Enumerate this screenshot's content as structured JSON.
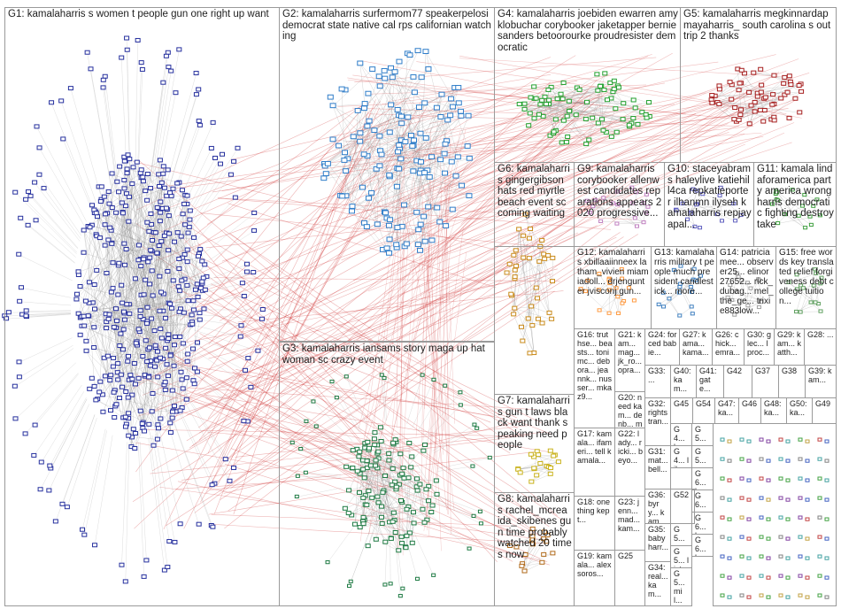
{
  "groups": [
    {
      "id": "G1",
      "label": "G1: kamalaharris s women t people gun one right up want",
      "color": "#1a1a7a",
      "node_color": "#26309e"
    },
    {
      "id": "G2",
      "label": "G2: kamalaharris surfermom77 speakerpelosi democrat state native cal rps californian watching",
      "color": "#2a6fb5",
      "node_color": "#2f7dc9"
    },
    {
      "id": "G3",
      "label": "G3: kamalaharris iansams story maga up hat woman sc crazy event",
      "color": "#1f6b3a",
      "node_color": "#1e7a43"
    },
    {
      "id": "G4",
      "label": "G4: kamalaharris joebiden ewarren amyklobuchar corybooker jaketapper berniesanders betoorourke proudresister democratic",
      "color": "#1f8a2a",
      "node_color": "#22a02e"
    },
    {
      "id": "G5",
      "label": "G5: kamalaharris megkinnardap mayaharris_ south carolina s out trip 2 thanks",
      "color": "#8b1a1a",
      "node_color": "#a61e1e"
    },
    {
      "id": "G6",
      "label": "G6: kamalaharris gingergibson hats red myrtle beach event sc coming waiting",
      "color": "#c98a1a"
    },
    {
      "id": "G7",
      "label": "G7: kamalaharris gun t laws black want thank speaking need people",
      "color": "#c9b21a"
    },
    {
      "id": "G8",
      "label": "G8: kamalaharris rachel_mcrea ida_skibenes gun time probably watched 20 times now",
      "color": "#b06a1a"
    },
    {
      "id": "G9",
      "label": "G9: kamalaharris corybooker allenwest candidates reparations appears 2020 progressive..."
    },
    {
      "id": "G10",
      "label": "G10: staceyabrams haleylive katiehill4ca repkatieporter ilhanmn ilyseh kamalaharris repjayapal..."
    },
    {
      "id": "G11",
      "label": "G11: kamala lindaforamerica party america wrong harris democratic fighting destroy take"
    },
    {
      "id": "G12",
      "label": "G12: kamalaharris xbillaaiinneex latham_vivien miamiadoll... drjengunter jvisconj gun..."
    },
    {
      "id": "G13",
      "label": "G13: kamalaharris military t people much president candlestick... more..."
    },
    {
      "id": "G14",
      "label": "G14: patriciamee... observer25... elinor27652... rick_dubag... mel_the_ge... trixie883low..."
    },
    {
      "id": "G15",
      "label": "G15: free words key translated relief forgiveness debt college tuition..."
    },
    {
      "id": "G16",
      "label": "G16: truthse... beasts... tonimc... debora... jeannk... nusser... mkaz9..."
    },
    {
      "id": "G21",
      "label": "G21: kam... mag... jk_ro... opra..."
    },
    {
      "id": "G24",
      "label": "G24: forced babie..."
    },
    {
      "id": "G27",
      "label": "G27: kama... kama..."
    },
    {
      "id": "G26",
      "label": "G26: chick... emra..."
    },
    {
      "id": "G30",
      "label": "G30: glec... lproc..."
    },
    {
      "id": "G29",
      "label": "G29: kam... katth..."
    },
    {
      "id": "G28",
      "label": "G28: ..."
    },
    {
      "id": "G20",
      "label": "G20: need kam... denb... mmp..."
    },
    {
      "id": "G33",
      "label": "G33: ..."
    },
    {
      "id": "G40",
      "label": "G40: kam..."
    },
    {
      "id": "G41",
      "label": "G41: gate..."
    },
    {
      "id": "G42",
      "label": "G42"
    },
    {
      "id": "G37",
      "label": "G37"
    },
    {
      "id": "G38",
      "label": "G38"
    },
    {
      "id": "G39",
      "label": "G39: kam..."
    },
    {
      "id": "G17",
      "label": "G17: kamala... ifameri... tell kamala..."
    },
    {
      "id": "G32",
      "label": "G32: rights tran..."
    },
    {
      "id": "G45",
      "label": "G45"
    },
    {
      "id": "G54",
      "label": "G54"
    },
    {
      "id": "G47",
      "label": "G47: ka..."
    },
    {
      "id": "G46",
      "label": "G46"
    },
    {
      "id": "G48",
      "label": "G48: ka..."
    },
    {
      "id": "G50",
      "label": "G50: ka..."
    },
    {
      "id": "G49",
      "label": "G49"
    },
    {
      "id": "G22",
      "label": "G22: lady... ricki... beyo..."
    },
    {
      "id": "G31",
      "label": "G31: mat... bell..."
    },
    {
      "id": "G18",
      "label": "G18: one thing kept..."
    },
    {
      "id": "G23",
      "label": "G23: jenn... mad... kam..."
    },
    {
      "id": "G36",
      "label": "G36: byry... kam..."
    },
    {
      "id": "G52",
      "label": "G52"
    },
    {
      "id": "G35",
      "label": "G35: baby harr..."
    },
    {
      "id": "G19",
      "label": "G19: kamalа... alex soros..."
    },
    {
      "id": "G25",
      "label": "G25"
    },
    {
      "id": "G34",
      "label": "G34: real... kam..."
    },
    {
      "id": "G4x",
      "label": "G4... ka..."
    },
    {
      "id": "G5x",
      "label": "G5... wa..."
    },
    {
      "id": "G5y",
      "label": "G5... ss..."
    },
    {
      "id": "G5z",
      "label": "G5... va..."
    },
    {
      "id": "G5w",
      "label": "G5... list..."
    },
    {
      "id": "G5v",
      "label": "G5... mil..."
    },
    {
      "id": "G4y",
      "label": "G4... lila..."
    },
    {
      "id": "G6x",
      "label": "G6... ka..."
    },
    {
      "id": "G6y",
      "label": "G6... ao..."
    },
    {
      "id": "G6z",
      "label": "G6... ka..."
    },
    {
      "id": "G6w",
      "label": "G6... ka..."
    }
  ]
}
